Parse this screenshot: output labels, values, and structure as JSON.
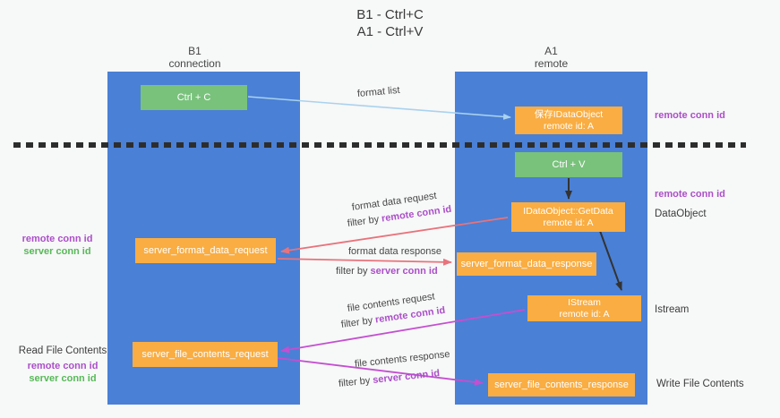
{
  "title": {
    "line1": "B1 - Ctrl+C",
    "line2": "A1 - Ctrl+V"
  },
  "columns": {
    "left": {
      "name": "B1",
      "role": "connection"
    },
    "right": {
      "name": "A1",
      "role": "remote"
    }
  },
  "boxes": {
    "ctrl_c": {
      "label": "Ctrl + C"
    },
    "saved_obj": {
      "label": "保存IDataObject",
      "sub": "remote id: A"
    },
    "ctrl_v": {
      "label": "Ctrl + V"
    },
    "getdata": {
      "label": "IDataObject::GetData",
      "sub": "remote id: A"
    },
    "format_req": {
      "label": "server_format_data_request"
    },
    "format_res": {
      "label": "server_format_data_response"
    },
    "istream": {
      "label": "IStream",
      "sub": "remote id: A"
    },
    "file_req": {
      "label": "server_file_contents_request"
    },
    "file_res": {
      "label": "server_file_contents_response"
    }
  },
  "labels": {
    "remote_conn_id": "remote conn id",
    "server_conn_id": "server conn id",
    "dataobject": "DataObject",
    "istream": "Istream",
    "read_file_contents": "Read File Contents",
    "write_file_contents": "Write File Contents"
  },
  "flows": {
    "format_list": "format list",
    "format_data_request": "format data request",
    "format_data_response": "format data response",
    "file_contents_request": "file contents request",
    "file_contents_response": "file contents response",
    "filter_by": "filter by"
  },
  "colors": {
    "column_blue": "#4a80d5",
    "box_orange": "#f9ad42",
    "box_green": "#79c27c",
    "remote_purple": "#ab4fc8",
    "server_green": "#57b857",
    "arrow_salmon": "#e8737b",
    "arrow_magenta": "#c44fd0",
    "arrow_lightblue": "#a9d2ee",
    "arrow_black": "#333333",
    "dash_black": "#2d2d2d"
  }
}
